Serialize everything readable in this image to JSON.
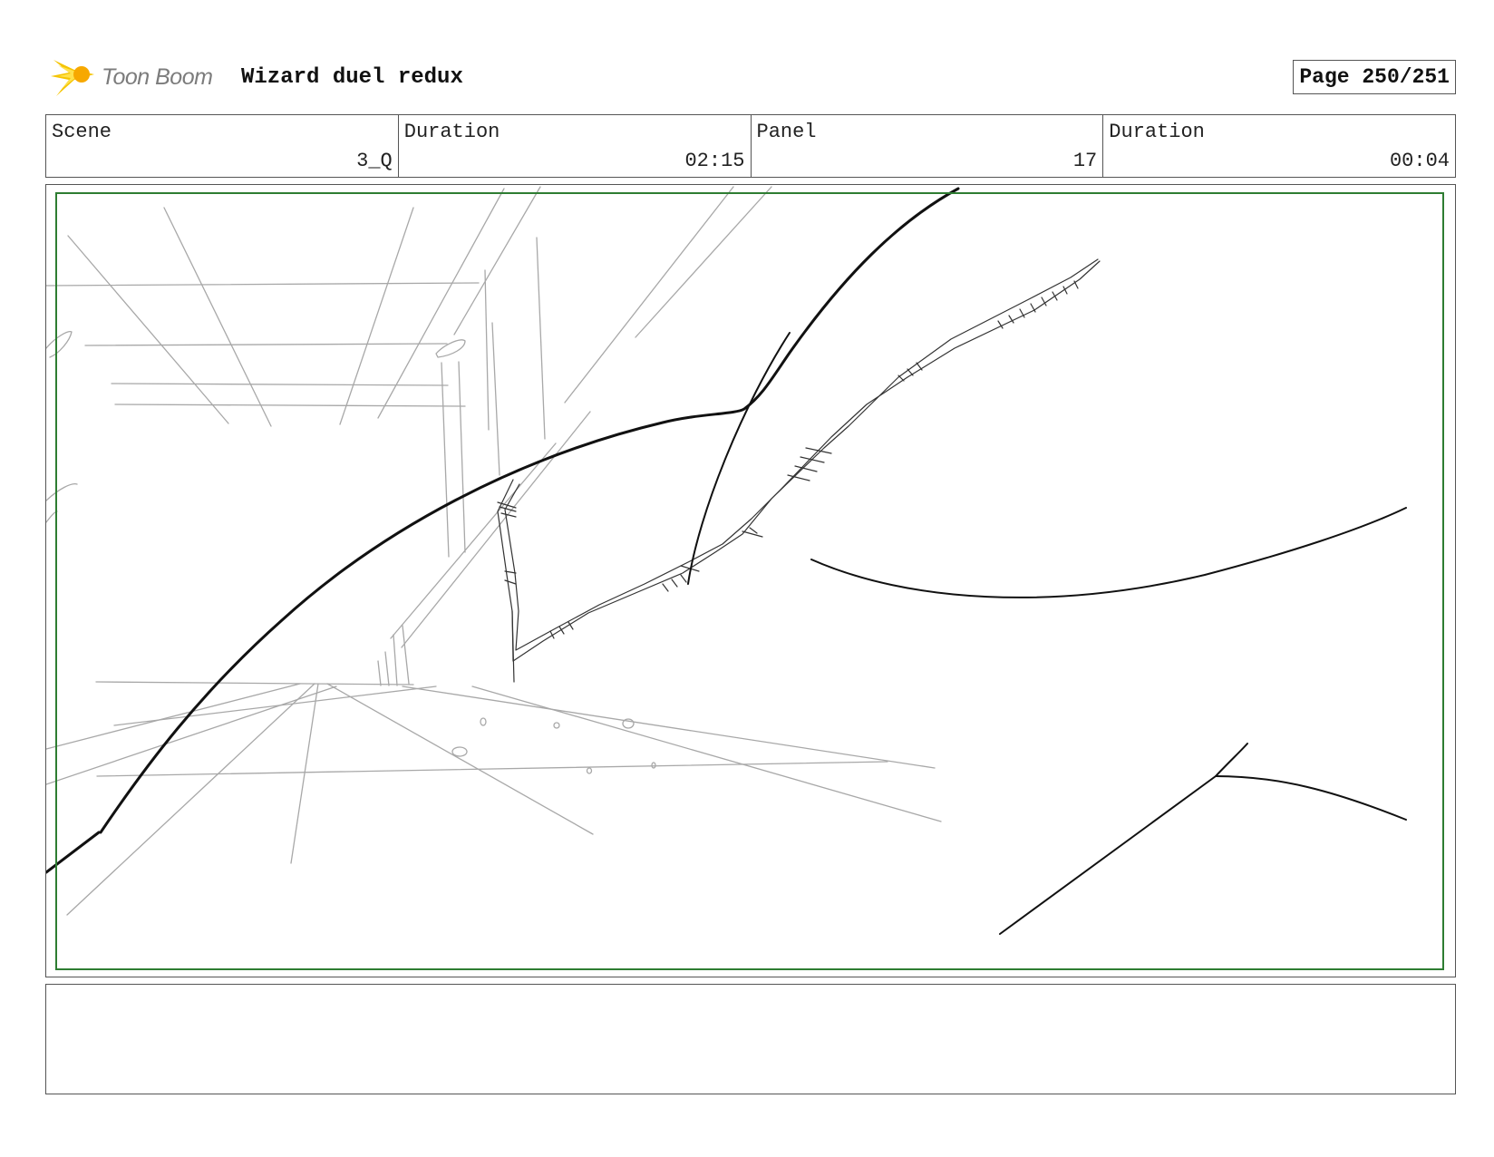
{
  "header": {
    "brand": "Toon Boom",
    "project_title": "Wizard duel redux",
    "page_indicator": "Page 250/251"
  },
  "info": {
    "scene_label": "Scene",
    "scene_value": "3_Q",
    "scene_duration_label": "Duration",
    "scene_duration_value": "02:15",
    "panel_label": "Panel",
    "panel_value": "17",
    "panel_duration_label": "Duration",
    "panel_duration_value": "00:04"
  },
  "colors": {
    "logo_star": "#f5c400",
    "safe_frame": "#2e7d32",
    "sketch_light": "#a0a0a0",
    "sketch_ink": "#111111"
  },
  "icons": {
    "logo": "toon-boom-star-icon"
  },
  "notes": {
    "text": ""
  }
}
